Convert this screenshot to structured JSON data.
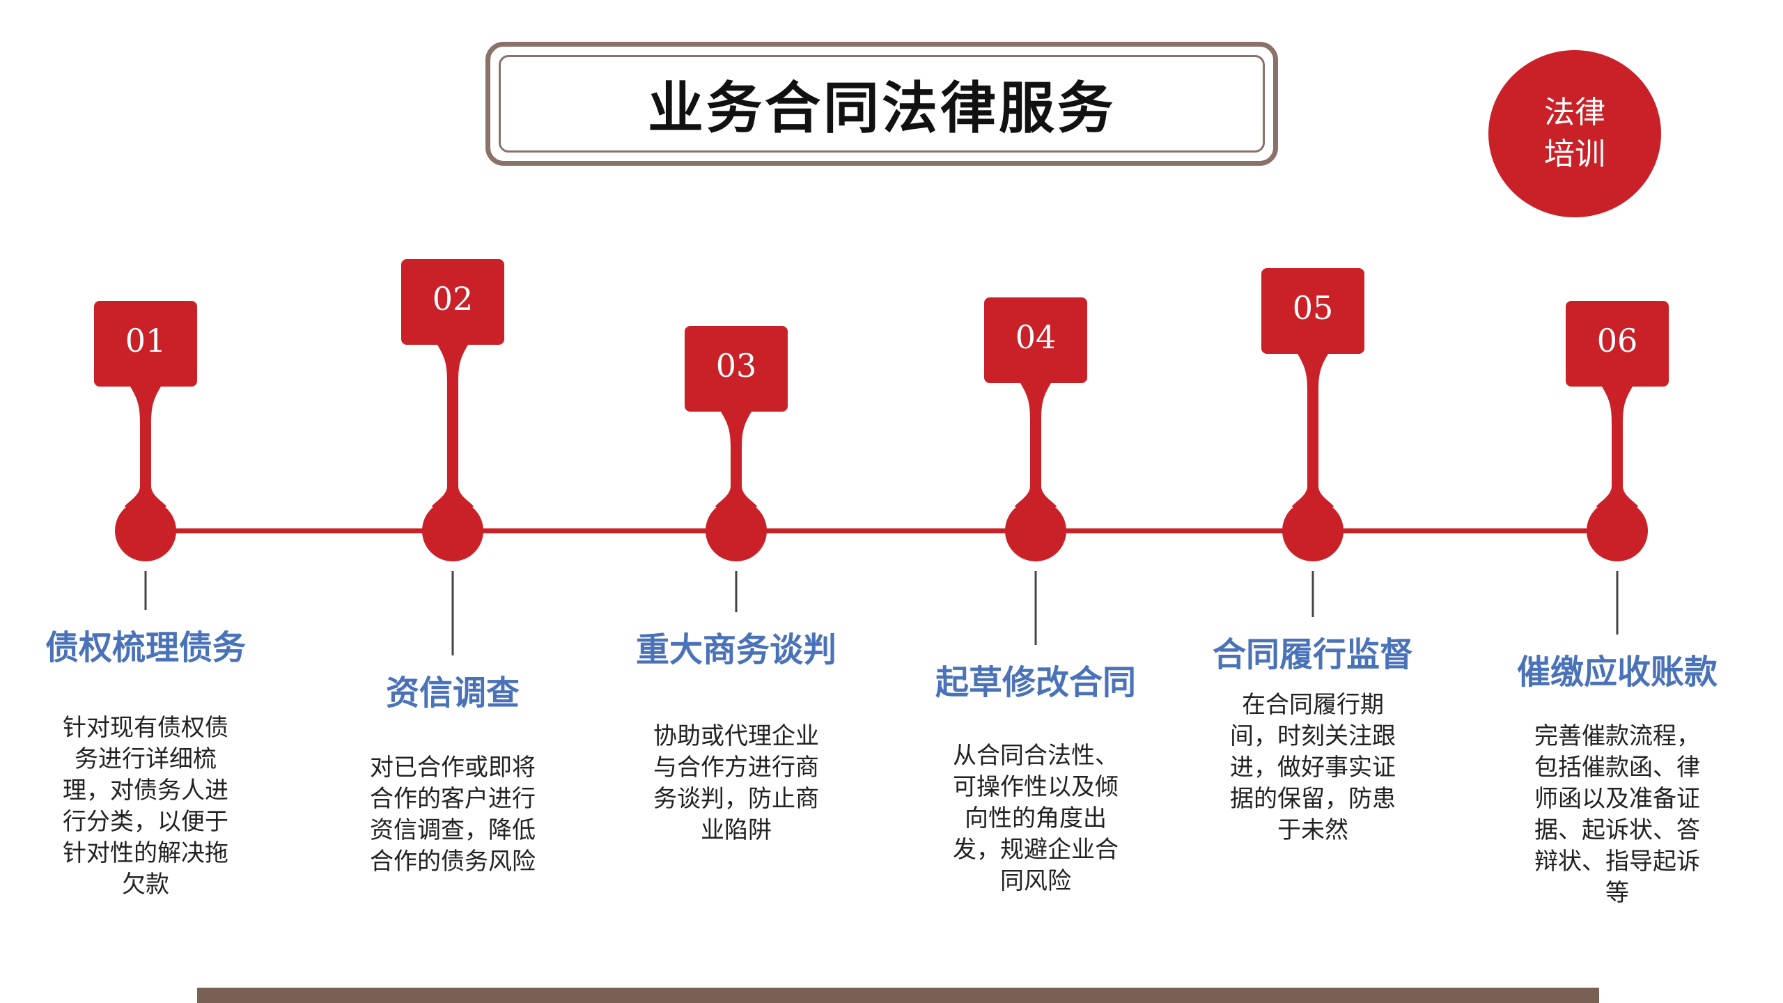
{
  "title": "业务合同法律服务",
  "badge": "法律培训",
  "colors": {
    "accent_red": "#c92127",
    "title_blue": "#4a72b8",
    "frame_brown": "#8a7268",
    "footer_brown": "#7a6054"
  },
  "steps": [
    {
      "number": "01",
      "title": "债权梳理债务",
      "description": "针对现有债权债务进行详细梳理，对债务人进行分类，以便于针对性的解决拖欠款"
    },
    {
      "number": "02",
      "title": "资信调查",
      "description": "对已合作或即将合作的客户进行资信调查，降低合作的债务风险"
    },
    {
      "number": "03",
      "title": "重大商务谈判",
      "description": "协助或代理企业与合作方进行商务谈判，防止商业陷阱"
    },
    {
      "number": "04",
      "title": "起草修改合同",
      "description": "从合同合法性、可操作性以及倾向性的角度出发，规避企业合同风险"
    },
    {
      "number": "05",
      "title": "合同履行监督",
      "description": "在合同履行期间，时刻关注跟进，做好事实证据的保留，防患于未然"
    },
    {
      "number": "06",
      "title": "催缴应收账款",
      "description": "完善催款流程，包括催款函、律师函以及准备证据、起诉状、答辩状、指导起诉等"
    }
  ]
}
